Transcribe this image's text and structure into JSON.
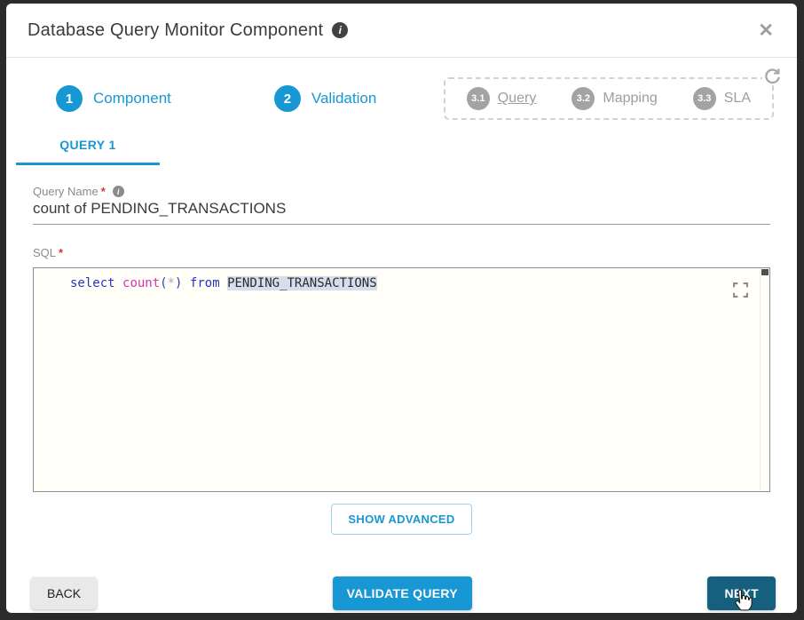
{
  "modal": {
    "title": "Database Query Monitor Component",
    "info_icon_glyph": "i",
    "close_glyph": "✕"
  },
  "steps": {
    "main": [
      {
        "number": "1",
        "label": "Component"
      },
      {
        "number": "2",
        "label": "Validation"
      }
    ],
    "pending": [
      {
        "number": "3.1",
        "label": "Query"
      },
      {
        "number": "3.2",
        "label": "Mapping"
      },
      {
        "number": "3.3",
        "label": "SLA"
      }
    ],
    "refresh_icon": "refresh-icon"
  },
  "tabs": {
    "query_tab": "QUERY 1"
  },
  "form": {
    "query_name": {
      "label": "Query Name",
      "required": "*",
      "info_glyph": "i",
      "value": "count of PENDING_TRANSACTIONS"
    },
    "sql": {
      "label": "SQL",
      "required": "*",
      "tokens": [
        {
          "text": "select"
        },
        {
          "text": " "
        },
        {
          "text": "count"
        },
        {
          "text": "("
        },
        {
          "text": "*"
        },
        {
          "text": ")"
        },
        {
          "text": " "
        },
        {
          "text": "from"
        },
        {
          "text": " "
        },
        {
          "text": "PENDING_TRANSACTIONS"
        }
      ],
      "full_text": "select count(*) from PENDING_TRANSACTIONS"
    }
  },
  "buttons": {
    "show_advanced": "SHOW ADVANCED",
    "back": "BACK",
    "validate_query": "VALIDATE QUERY",
    "next": "NEXT"
  },
  "colors": {
    "accent_blue": "#1797d4",
    "next_button_bg": "#16607f",
    "inactive_gray": "#9e9e9e",
    "required_red": "#e03131",
    "sql_keyword": "#2733cc",
    "sql_function": "#d933bb",
    "selection_bg": "#d6ddec",
    "backdrop": "#2b2b2b"
  }
}
